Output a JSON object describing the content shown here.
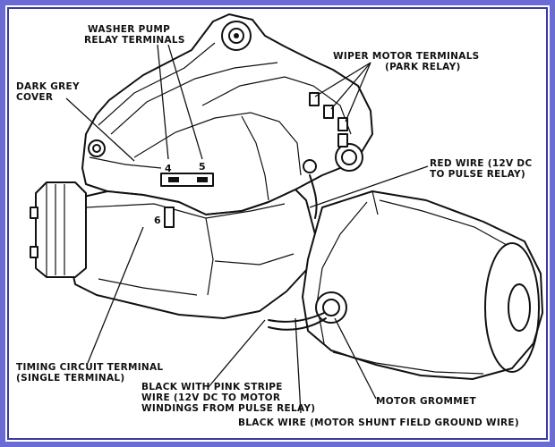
{
  "colors": {
    "frame_outer": "#6b6bd6",
    "frame_inner": "#3a3aa0",
    "ink": "#111111"
  },
  "labels": {
    "washer_pump_1": "WASHER PUMP",
    "washer_pump_2": "RELAY TERMINALS",
    "dark_grey_cover_1": "DARK GREY",
    "dark_grey_cover_2": "COVER",
    "wiper_motor_1": "WIPER MOTOR TERMINALS",
    "wiper_motor_2": "(PARK RELAY)",
    "red_wire_1": "RED WIRE (12V DC",
    "red_wire_2": "TO PULSE RELAY)",
    "timing_1": "TIMING CIRCUIT TERMINAL",
    "timing_2": "(SINGLE TERMINAL)",
    "black_pink_1": "BLACK WITH PINK STRIPE",
    "black_pink_2": "WIRE (12V DC TO MOTOR",
    "black_pink_3": "WINDINGS FROM PULSE RELAY)",
    "motor_grommet": "MOTOR GROMMET",
    "black_wire": "BLACK WIRE (MOTOR SHUNT FIELD GROUND WIRE)"
  },
  "terminal_numbers": {
    "t4": "4",
    "t5": "5",
    "t6": "6"
  }
}
